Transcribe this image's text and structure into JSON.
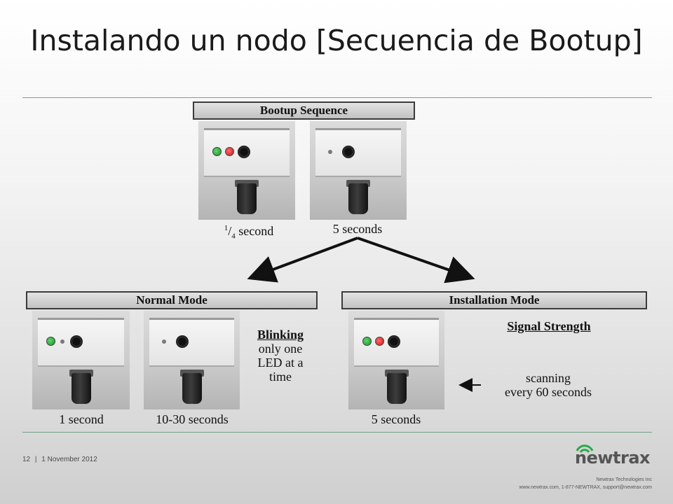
{
  "slide": {
    "title": "Instalando un nodo [Secuencia de Bootup]",
    "page_number": "12",
    "separator": "|",
    "date": "1 November 2012"
  },
  "bootup": {
    "banner": "Bootup Sequence",
    "label_quarter_num": "1",
    "label_quarter_den": "4",
    "label_quarter_text": "second",
    "label_five": "5 seconds"
  },
  "normal_mode": {
    "banner": "Normal Mode",
    "label_one": "1 second",
    "label_ten": "10-30 seconds",
    "blinking_title": "Blinking",
    "blinking_line1": "only one",
    "blinking_line2": "LED at a",
    "blinking_line3": "time"
  },
  "installation_mode": {
    "banner": "Installation Mode",
    "label_five": "5 seconds",
    "signal_title": "Signal Strength",
    "scanning_line1": "scanning",
    "scanning_line2": "every 60 seconds"
  },
  "footer": {
    "logo_text": "newtrax",
    "company_name": "Newtrax Technologies Inc",
    "contact": "www.newtrax.com,   1-877-NEWTRAX, support@newtrax.com"
  },
  "colors": {
    "rule": "#6fa38a",
    "led_green": "#2ca53c",
    "led_red": "#e02424",
    "logo_green": "#2aa84a"
  }
}
